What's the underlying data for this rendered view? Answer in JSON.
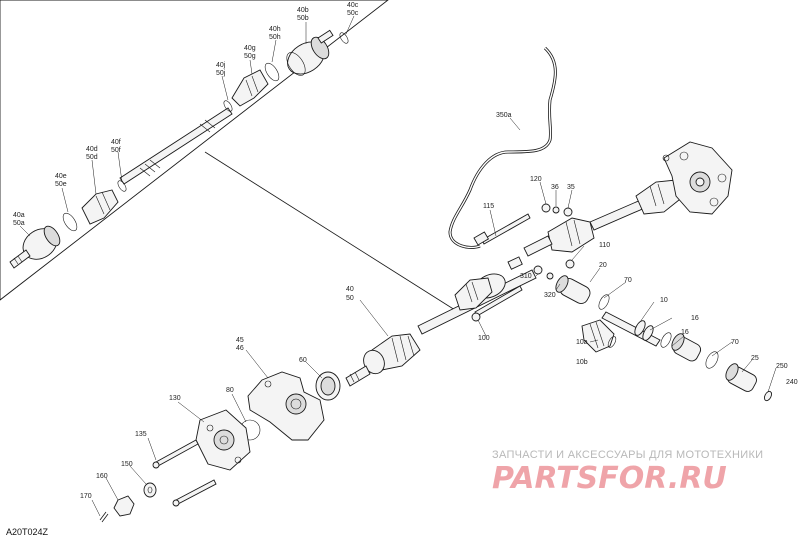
{
  "diagram": {
    "reference": "A20T024Z",
    "callouts": {
      "c40b": "40b",
      "c50b": "50b",
      "c40c": "40c",
      "c50c": "50c",
      "c40h": "40h",
      "c50h": "50h",
      "c40g": "40g",
      "c50g": "50g",
      "c40j": "40j",
      "c50j": "50j",
      "c40f": "40f",
      "c50f": "50f",
      "c40d": "40d",
      "c50d": "50d",
      "c40e": "40e",
      "c50e": "50e",
      "c40a": "40a",
      "c50a": "50a",
      "c350a": "350a",
      "c120": "120",
      "c36": "36",
      "c35": "35",
      "c115": "115",
      "c110": "110",
      "c310": "310",
      "c20": "20",
      "c320": "320",
      "c70a": "70",
      "c10": "10",
      "c16a": "16",
      "c16b": "16",
      "c10a": "10a",
      "c10b": "10b",
      "c70b": "70",
      "c25": "25",
      "c250": "250",
      "c240": "240",
      "c40": "40",
      "c50": "50",
      "c100": "100",
      "c45": "45",
      "c46": "46",
      "c60": "60",
      "c130": "130",
      "c80": "80",
      "c135": "135",
      "c150": "150",
      "c160": "160",
      "c170": "170"
    }
  },
  "watermark": {
    "tagline": "ЗАПЧАСТИ И АКСЕССУАРЫ ДЛЯ МОТОТЕХНИКИ",
    "brand": "PARTSFOR.RU"
  }
}
